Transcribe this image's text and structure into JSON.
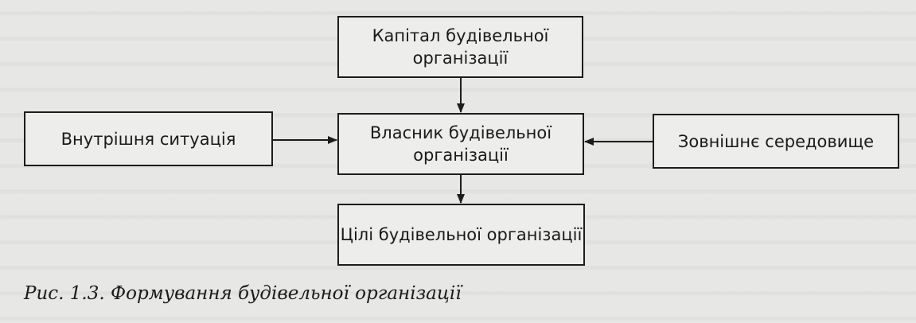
{
  "figure": {
    "boxes": {
      "capital": "Капітал будівельної організації",
      "owner": "Власник будівельної організації",
      "goals": "Цілі будівельної організації",
      "internal": "Внутрішня ситуація",
      "external": "Зовнішнє середовище"
    },
    "caption_label": "Рис. 1.3.",
    "caption_text": "Формування будівельної організації"
  },
  "colors": {
    "ink": "#1c1c1c",
    "paper": "#e7e7e5"
  }
}
